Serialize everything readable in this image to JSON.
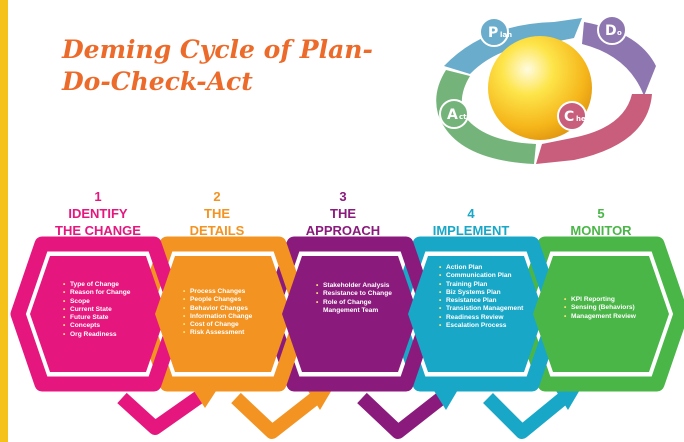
{
  "title": "Deming Cycle of Plan-Do-Check-Act",
  "cycle": [
    {
      "label": "Plan",
      "color": "#6aaccb"
    },
    {
      "label": "Do",
      "color": "#8e76b0"
    },
    {
      "label": "Check",
      "color": "#c95d7c"
    },
    {
      "label": "Act",
      "color": "#74b47b"
    }
  ],
  "steps": [
    {
      "number": "1",
      "title_line1": "IDENTIFY",
      "title_line2": "THE CHANGE",
      "color": "#e5177e",
      "items": [
        "Type of Change",
        "Reason for Change",
        "Scope",
        "Current State",
        "Future State",
        "Concepts",
        "Org Readiness"
      ]
    },
    {
      "number": "2",
      "title_line1": "THE",
      "title_line2": "DETAILS",
      "color": "#f39322",
      "items": [
        "Process Changes",
        "People Changes",
        "Behavior Changes",
        "Information Change",
        "Cost of Change",
        "Risk Assessment"
      ]
    },
    {
      "number": "3",
      "title_line1": "THE",
      "title_line2": "APPROACH",
      "color": "#8b1a7d",
      "items": [
        "Stakeholder Analysis",
        "Resistance to Change",
        "Role of Change Mangement Team"
      ]
    },
    {
      "number": "4",
      "title_line1": "IMPLEMENT",
      "title_line2": "",
      "color": "#19a7c8",
      "items": [
        "Action Plan",
        "Communication Plan",
        "Training Plan",
        "Biz Systems Plan",
        "Resistance Plan",
        "Transistion Management",
        "Readiness Review",
        "Escalation Process"
      ]
    },
    {
      "number": "5",
      "title_line1": "MONITOR",
      "title_line2": "",
      "color": "#4ab648",
      "items": [
        "KPI Reporting",
        "Sensing (Behaviors)",
        "Management Review"
      ]
    }
  ]
}
